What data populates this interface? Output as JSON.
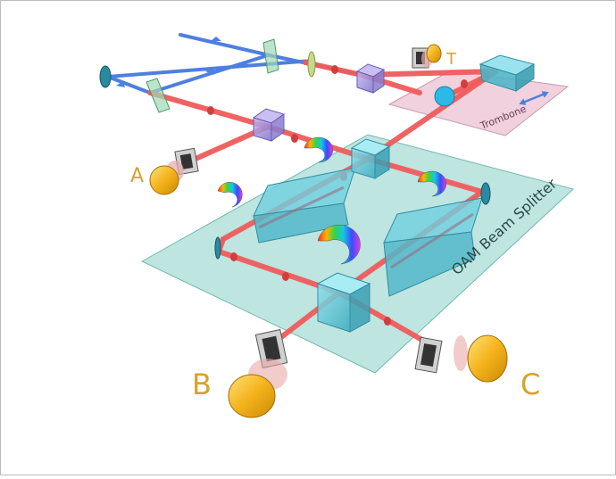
{
  "labels": {
    "detector_a": "A",
    "detector_b": "B",
    "detector_c": "C",
    "detector_t": "T",
    "trombone": "Trombone",
    "oam_beam_splitter": "OAM Beam Splitter"
  },
  "icons": {
    "arrow": "double-headed-arrow-icon",
    "hologram": "spiral-phase-plate-icon"
  },
  "colors": {
    "laser_red": "#ef5b5b",
    "laser_blue": "#4e7fe0",
    "oam_plane": "#8fd3c9",
    "trombone_plane": "#ecc2d4",
    "glass_cyan": "#5fc7d8",
    "glass_purple": "#9b8fd8",
    "detector_gold": "#f2b51a",
    "label_gold": "#d7a22a"
  }
}
